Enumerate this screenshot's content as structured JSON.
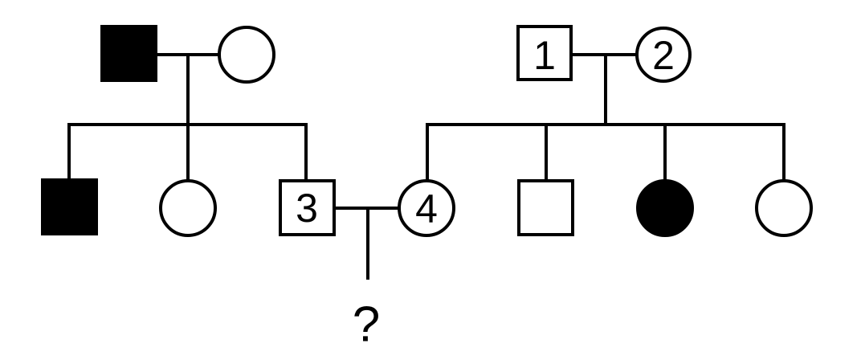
{
  "pedigree": {
    "legend_colors": {
      "affected": "#000000",
      "unaffected": "#ffffff",
      "line": "#000000"
    },
    "individuals": [
      {
        "id": "left-grandfather",
        "sex": "male",
        "affected": true,
        "label": ""
      },
      {
        "id": "left-grandmother",
        "sex": "female",
        "affected": false,
        "label": ""
      },
      {
        "id": "right-grandfather",
        "sex": "male",
        "affected": false,
        "label": "1"
      },
      {
        "id": "right-grandmother",
        "sex": "female",
        "affected": false,
        "label": "2"
      },
      {
        "id": "left-son-1",
        "sex": "male",
        "affected": true,
        "label": ""
      },
      {
        "id": "left-daughter-1",
        "sex": "female",
        "affected": false,
        "label": ""
      },
      {
        "id": "left-son-2",
        "sex": "male",
        "affected": false,
        "label": "3"
      },
      {
        "id": "right-daughter-1",
        "sex": "female",
        "affected": false,
        "label": "4"
      },
      {
        "id": "right-son-1",
        "sex": "male",
        "affected": false,
        "label": ""
      },
      {
        "id": "right-daughter-2",
        "sex": "female",
        "affected": true,
        "label": ""
      },
      {
        "id": "right-daughter-3",
        "sex": "female",
        "affected": false,
        "label": ""
      }
    ],
    "unknown_child": "?"
  }
}
